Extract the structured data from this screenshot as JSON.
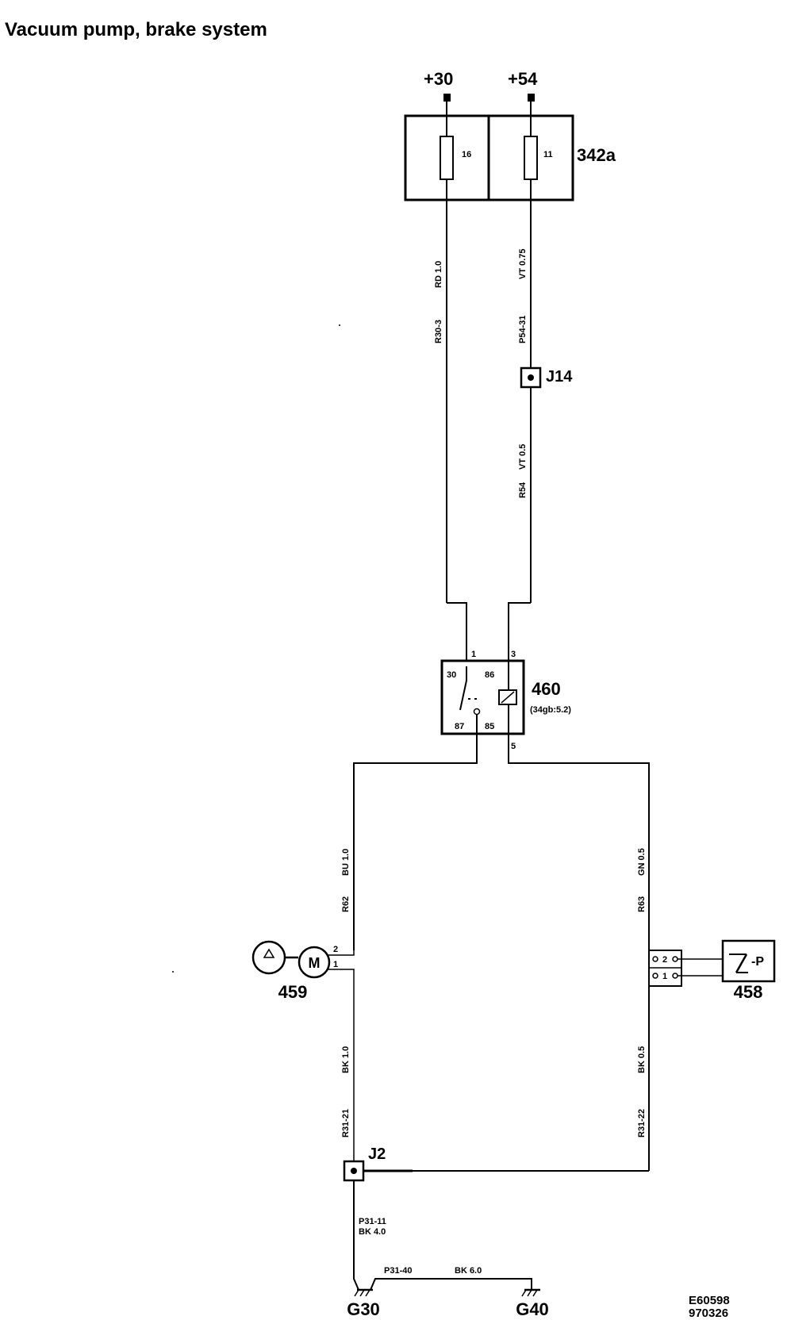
{
  "title": "Vacuum pump, brake system",
  "terminals": {
    "t30": "+30",
    "t54": "+54"
  },
  "fuse_box": {
    "id": "342a",
    "fuse_a": "16",
    "fuse_b": "11"
  },
  "junctions": {
    "j14": "J14",
    "j2": "J2"
  },
  "relay": {
    "id": "460",
    "ref": "(34gb:5.2)",
    "pin_top_left": "1",
    "pin_top_right": "3",
    "pin_bottom_right": "5",
    "term_30": "30",
    "term_86": "86",
    "term_87": "87",
    "term_85": "85"
  },
  "motor": {
    "id": "459",
    "symbol": "M",
    "pin_2": "2",
    "pin_1": "1"
  },
  "pressure_switch": {
    "id": "458",
    "symbol": "P",
    "pin_2": "2",
    "pin_1": "1"
  },
  "wires": {
    "r30_code": "R30-3",
    "r30_spec": "RD 1.0",
    "p54_code": "P54-31",
    "p54_spec": "VT 0.75",
    "r54_code": "R54",
    "r54_spec": "VT 0.5",
    "r62_code": "R62",
    "r62_spec": "BU 1.0",
    "r63_code": "R63",
    "r63_spec": "GN 0.5",
    "r31_21_code": "R31-21",
    "r31_21_spec": "BK 1.0",
    "r31_22_code": "R31-22",
    "r31_22_spec": "BK 0.5",
    "p31_11_code": "P31-11",
    "p31_11_spec": "BK 4.0",
    "p31_40_code": "P31-40",
    "p31_40_spec": "BK 6.0"
  },
  "grounds": {
    "g30": "G30",
    "g40": "G40"
  },
  "footer": {
    "code": "E60598",
    "date": "970326"
  }
}
